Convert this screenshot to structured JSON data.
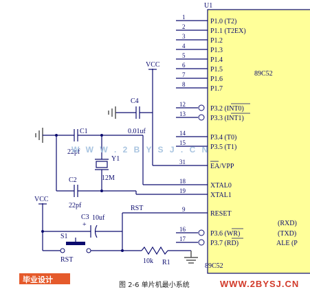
{
  "chip": {
    "ref": "U1",
    "name": "89C52",
    "bottom_name": "89C52",
    "pins": [
      {
        "num": "1",
        "label": "P1.0 (T2)"
      },
      {
        "num": "2",
        "label": "P1.1 (T2EX)"
      },
      {
        "num": "3",
        "label": "P1.2"
      },
      {
        "num": "4",
        "label": "P1.3"
      },
      {
        "num": "5",
        "label": "P1.4"
      },
      {
        "num": "6",
        "label": "P1.5"
      },
      {
        "num": "7",
        "label": "P1.6"
      },
      {
        "num": "8",
        "label": "P1.7"
      },
      {
        "num": "12",
        "label": "P3.2 (INT0)"
      },
      {
        "num": "13",
        "label": "P3.3 (INT1)"
      },
      {
        "num": "14",
        "label": "P3.4 (T0)"
      },
      {
        "num": "15",
        "label": "P3.5 (T1)"
      },
      {
        "num": "31",
        "label": "EA/VPP"
      },
      {
        "num": "18",
        "label": "XTAL0"
      },
      {
        "num": "19",
        "label": "XTAL1"
      },
      {
        "num": "9",
        "label": "RESET"
      },
      {
        "num": "16",
        "label": "P3.6 (WR)"
      },
      {
        "num": "17",
        "label": "P3.7 (RD)"
      }
    ],
    "right_labels": [
      "(RXD)",
      "(TXD)",
      "ALE (P"
    ]
  },
  "components": {
    "vcc_top": "VCC",
    "vcc_left": "VCC",
    "c4_ref": "C4",
    "c4_val": "0.01uf",
    "c1_ref": "C1",
    "c1_val": "22pf",
    "c2_ref": "C2",
    "c2_val": "22pf",
    "y1_ref": "Y1",
    "y1_val": "12M",
    "c3_ref": "C3",
    "c3_val": "10uf",
    "c3_plus": "+",
    "rst_net": "RST",
    "s1_ref": "S1",
    "s1_val": "RST",
    "r1_ref": "R1",
    "r1_val": "10k"
  },
  "watermark": "W W W . 2 B Y S J . C N",
  "logo_text": "毕业设计",
  "caption": "图 2-6  单片机最小系统",
  "footer_url": "WWW.2BYSJ.CN"
}
